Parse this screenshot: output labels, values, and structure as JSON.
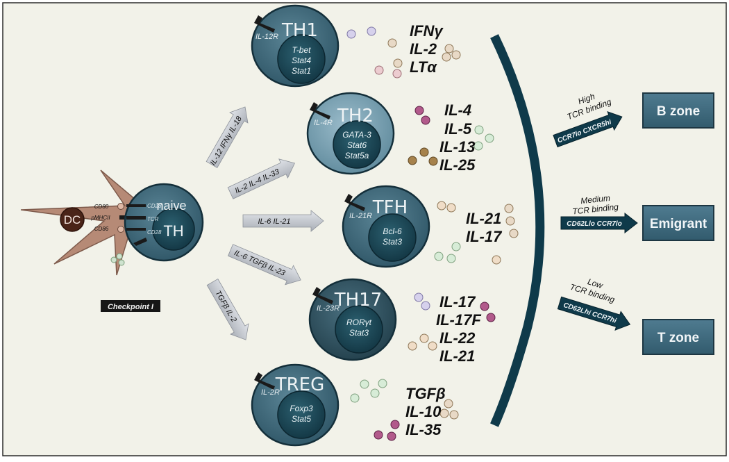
{
  "dc": {
    "label": "DC",
    "markers": [
      "CD80",
      "pMHCII",
      "CD86"
    ]
  },
  "naive": {
    "title_top": "naive",
    "title_bottom": "TH",
    "receptors": [
      "CD28",
      "TCR",
      "CD28"
    ]
  },
  "checkpoint": "Checkpoint I",
  "signals": [
    "IL-12  IFNγ  IL-18",
    "IL-2  IL-4  IL-33",
    "IL-6  IL-21",
    "IL-6  TGFβ  IL-23",
    "TGFβ  IL-2"
  ],
  "cells": [
    {
      "title": "TH1",
      "receptor": "IL-12R",
      "factors": [
        "T-bet",
        "Stat4",
        "Stat1"
      ],
      "cytokines": [
        "IFNγ",
        "IL-2",
        "LTα"
      ]
    },
    {
      "title": "TH2",
      "receptor": "IL-4R",
      "factors": [
        "GATA-3",
        "Stat6",
        "Stat5a"
      ],
      "cytokines": [
        "IL-4",
        "IL-5",
        "IL-13",
        "IL-25"
      ]
    },
    {
      "title": "TFH",
      "receptor": "IL-21R",
      "factors": [
        "Bcl-6",
        "Stat3"
      ],
      "cytokines": [
        "IL-21",
        "IL-17"
      ]
    },
    {
      "title": "TH17",
      "receptor": "IL-23R",
      "factors": [
        "RORγt",
        "Stat3"
      ],
      "cytokines": [
        "IL-17",
        "IL-17F",
        "IL-22",
        "IL-21"
      ]
    },
    {
      "title": "TREG",
      "receptor": "IL-2R",
      "factors": [
        "Foxp3",
        "Stat5"
      ],
      "cytokines": [
        "TGFβ",
        "IL-10",
        "IL-35"
      ]
    }
  ],
  "fates": [
    {
      "binding": [
        "High",
        "TCR binding"
      ],
      "chemokine": "CCR7lo CXCR5hi",
      "zone": "B zone"
    },
    {
      "binding": [
        "Medium",
        "TCR binding"
      ],
      "chemokine": "CD62Llo CCR7lo",
      "zone": "Emigrant"
    },
    {
      "binding": [
        "Low",
        "TCR binding"
      ],
      "chemokine": "CD62Lhi CCR7hi",
      "zone": "T zone"
    }
  ],
  "colors": {
    "background": "#f2f2e9",
    "cell_dark": "#1f4a59",
    "cell_mid": "#3f6b7d",
    "arc": "#0f3a4a",
    "zone_box": "#3f6b7f",
    "dc": "#b68a76",
    "signal_arrow": "#c9cdd3"
  }
}
